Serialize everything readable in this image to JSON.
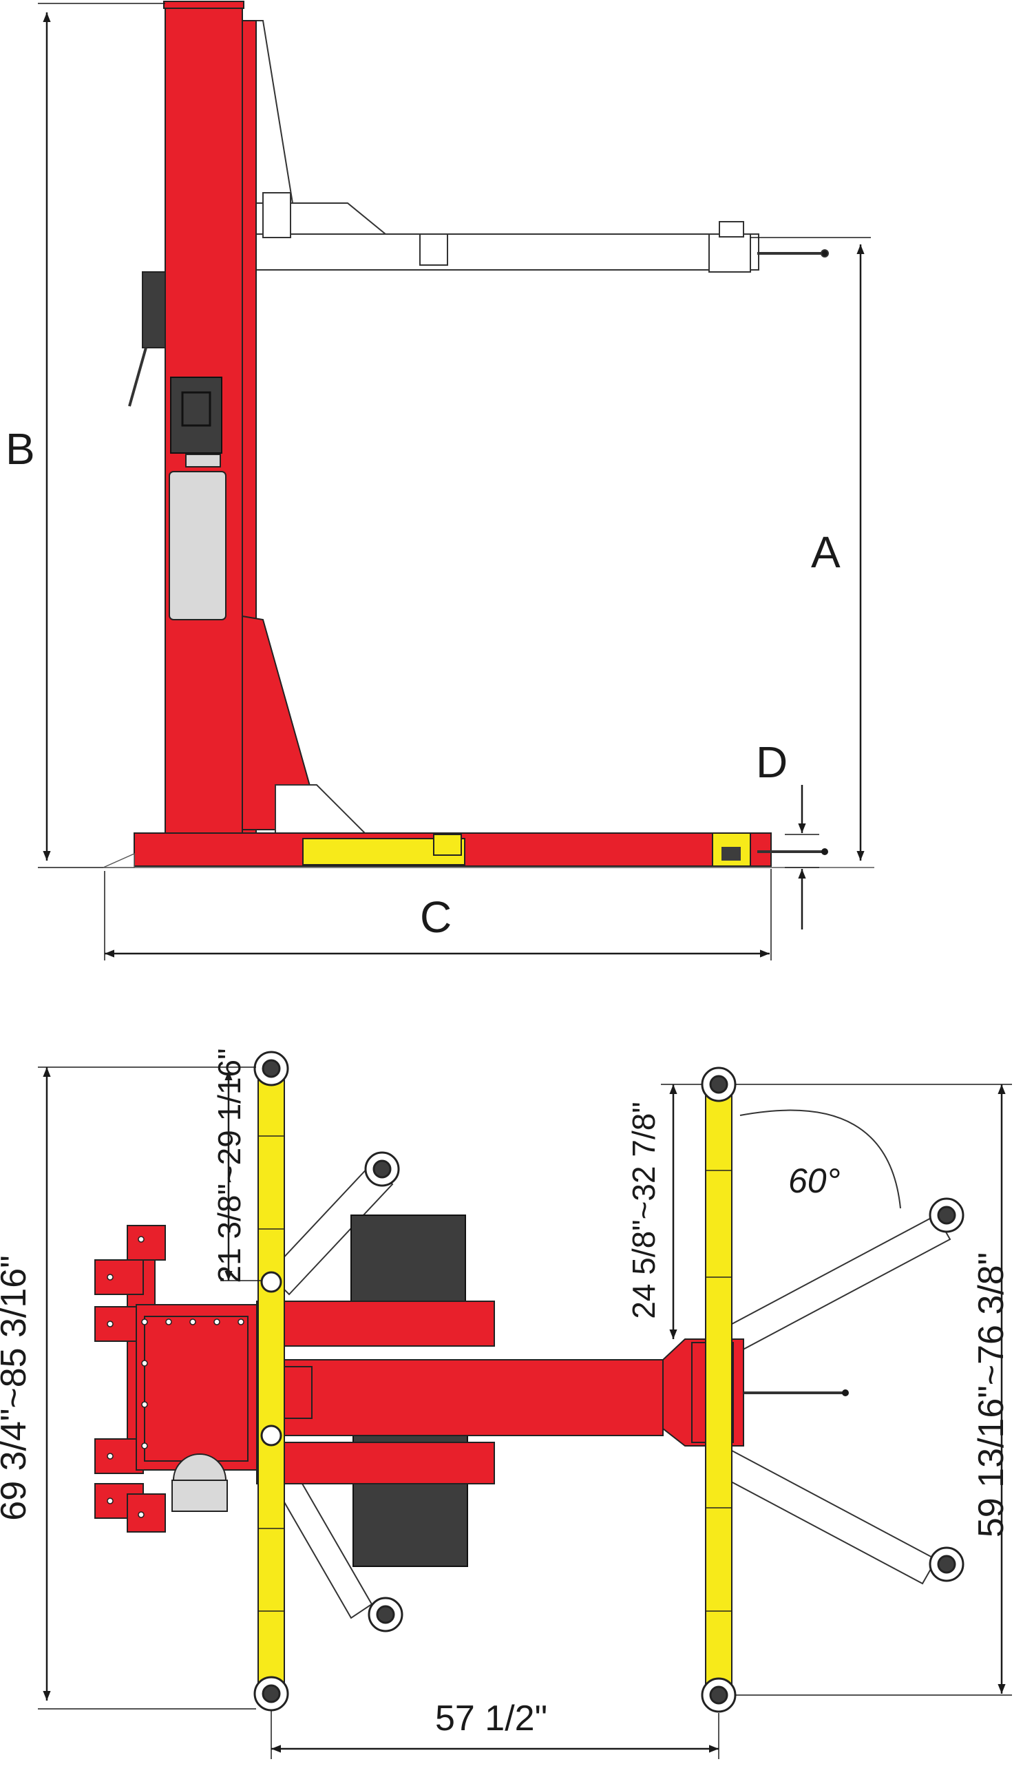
{
  "side_view": {
    "labels": {
      "a": "A",
      "b": "B",
      "c": "C",
      "d": "D"
    }
  },
  "top_view": {
    "labels": {
      "left_arm_reach": "21 3/8\"~29 1/16\"",
      "right_arm_reach": "24 5/8\"~32 7/8\"",
      "angle": "60°",
      "overall_left": "69 3/4\"~85 3/16\"",
      "overall_right": "59 13/16\"~76 3/8\"",
      "arm_spacing": "57 1/2\""
    }
  },
  "colors": {
    "column_red": "#e8202b",
    "arm_yellow": "#f7ea1a",
    "dark_block": "#3d3d3d",
    "light_gray": "#d9d9d9",
    "line": "#1a1a1a"
  }
}
